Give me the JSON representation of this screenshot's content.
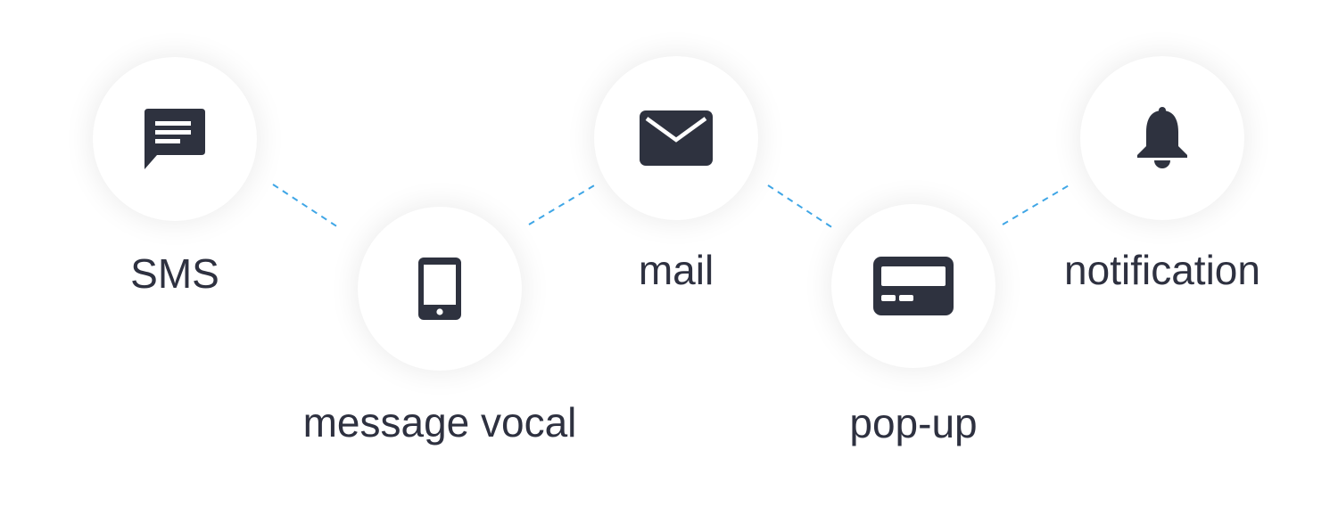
{
  "colors": {
    "icon": "#2e323f",
    "label": "#2e3140",
    "connector": "#3fa6e6",
    "circle": "#ffffff"
  },
  "channels": [
    {
      "label": "SMS",
      "icon": "chat-bubble-icon"
    },
    {
      "label": "message vocal",
      "icon": "smartphone-icon"
    },
    {
      "label": "mail",
      "icon": "envelope-icon"
    },
    {
      "label": "pop-up",
      "icon": "pager-icon"
    },
    {
      "label": "notification",
      "icon": "bell-icon"
    }
  ]
}
